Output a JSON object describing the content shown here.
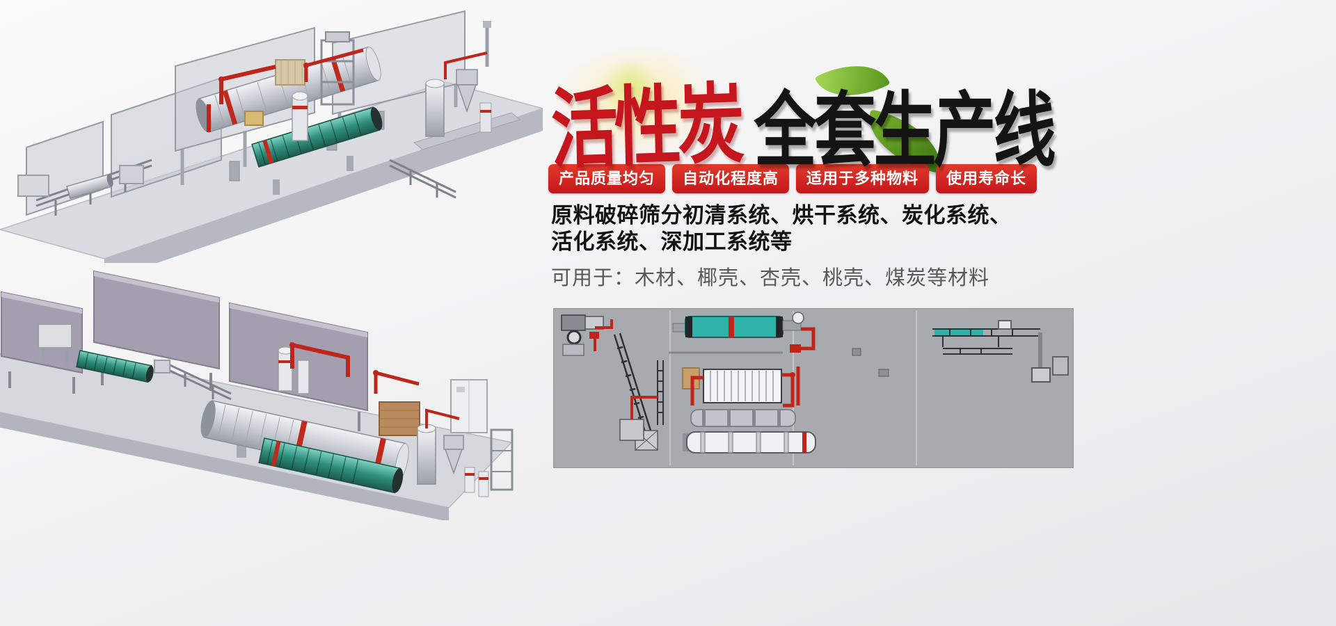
{
  "hero": {
    "title": {
      "highlight": "活性炭",
      "rest": "全套生产线",
      "highlight_color": "#c5161d",
      "rest_color": "#141414"
    },
    "badges": [
      {
        "label": "产品质量均匀"
      },
      {
        "label": "自动化程度高"
      },
      {
        "label": "适用于多种物料"
      },
      {
        "label": "使用寿命长"
      }
    ],
    "description": {
      "line1": "原料破碎筛分初清系统、烘干系统、炭化系统、",
      "line2": "活化系统、深加工系统等",
      "line3": "可用于：木材、椰壳、杏壳、桃壳、煤炭等材料"
    }
  },
  "illustrations": {
    "top_scene": "isometric-3d-render-activated-carbon-production-line-view-1",
    "bottom_scene": "isometric-3d-render-activated-carbon-production-line-view-2",
    "layout_panel": "plant-layout-schematic-top-view"
  },
  "colors": {
    "badge_red": "#d6231f",
    "pipe_red": "#c0251c",
    "drum_teal": "#2f8f7c",
    "schematic_teal": "#2fb3a8",
    "leaf_green": "#57951d",
    "panel_gray": "#a7abb0",
    "machine_gray": "#cdd0d7"
  }
}
